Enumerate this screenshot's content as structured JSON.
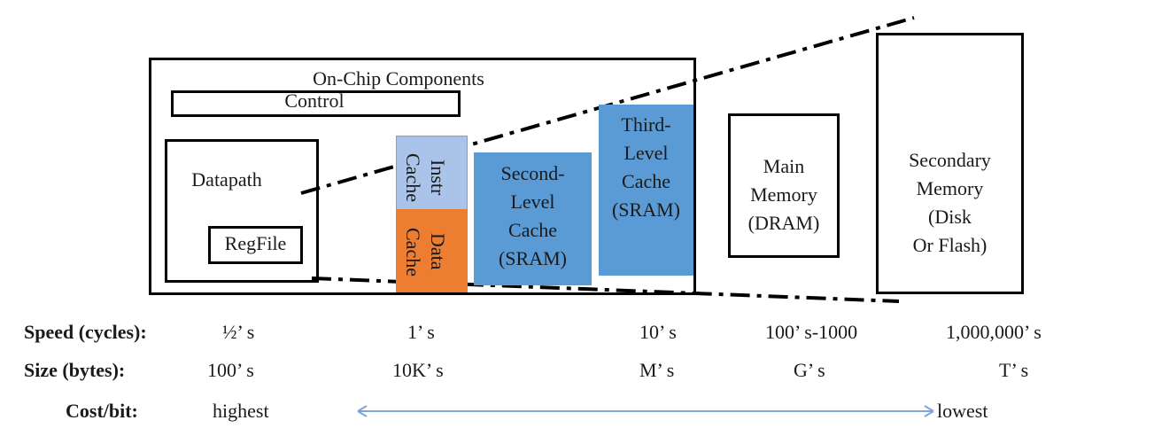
{
  "diagram": {
    "onchip_title": "On-Chip Components",
    "control": "Control",
    "datapath": "Datapath",
    "regfile": "RegFile",
    "instr_cache": [
      "Instr",
      "Cache"
    ],
    "data_cache": [
      "Data",
      "Cache"
    ],
    "second_level": [
      "Second-",
      "Level",
      "Cache",
      "(SRAM)"
    ],
    "third_level": [
      "Third-",
      "Level",
      "Cache",
      "(SRAM)"
    ],
    "main_memory": [
      "Main",
      "Memory",
      "(DRAM)"
    ],
    "secondary_memory": [
      "Secondary",
      "Memory",
      "(Disk",
      "Or Flash)"
    ]
  },
  "colors": {
    "instr_cache": "#a9c4e8",
    "data_cache": "#ed7d31",
    "sram": "#5b9bd5",
    "arrow": "#7fa6d6"
  },
  "rows": {
    "speed": {
      "label": "Speed (cycles):",
      "values": [
        "½’ s",
        "1’ s",
        "10’ s",
        "100’ s-1000",
        "1,000,000’ s"
      ]
    },
    "size": {
      "label": "Size (bytes):",
      "values": [
        "100’ s",
        "10K’ s",
        "M’ s",
        "G’ s",
        "T’ s"
      ]
    },
    "cost": {
      "label": "Cost/bit:",
      "high": "highest",
      "low": "lowest"
    }
  }
}
